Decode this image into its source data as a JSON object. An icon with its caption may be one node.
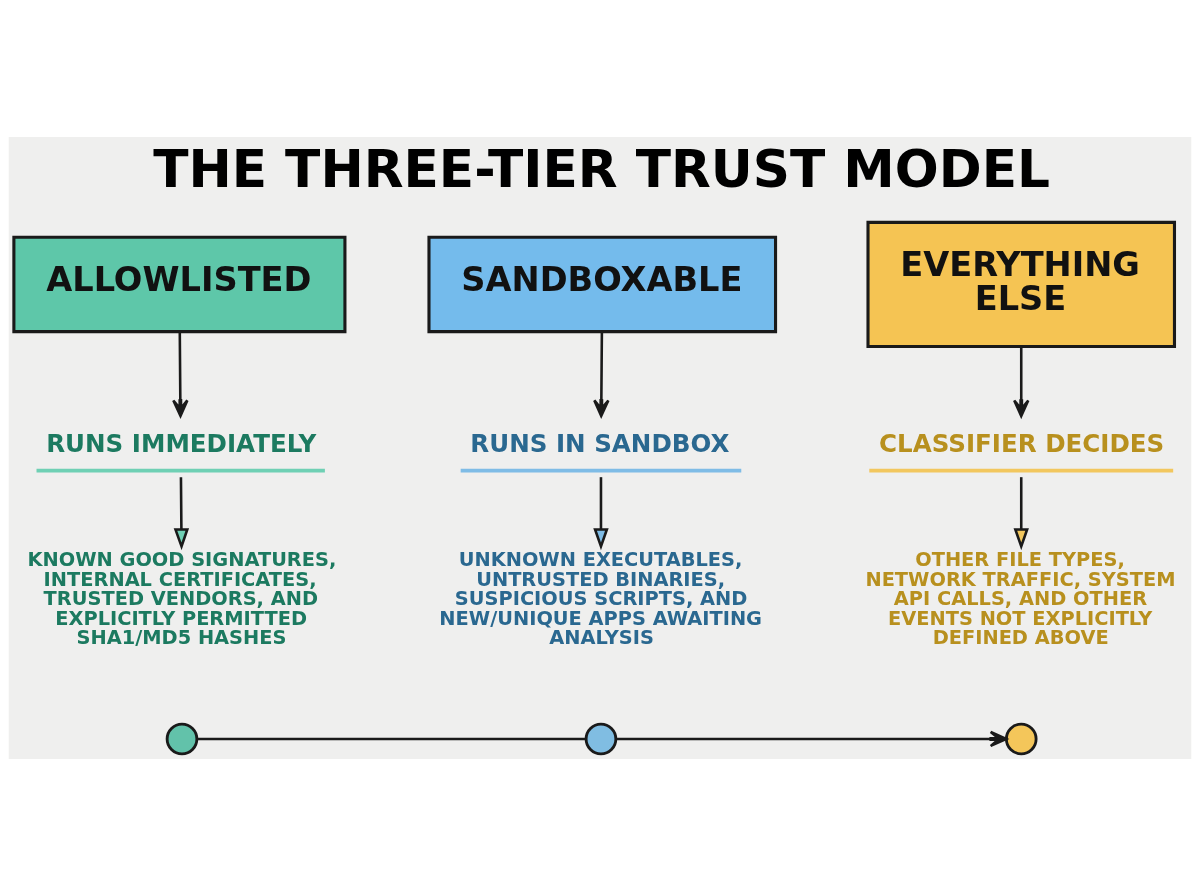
{
  "diagram": {
    "title": "THE THREE-TIER TRUST MODEL",
    "nodes": [
      {
        "text": [
          "ALLOWLISTED"
        ]
      },
      {
        "text": [
          "SANDBOXABLE"
        ]
      },
      {
        "text": [
          "EVERYTHING ELSE"
        ]
      },
      {
        "text": [
          "RUNS IMMEDIATELY"
        ]
      },
      {
        "text": [
          "RUNS IN SANDBOX"
        ]
      },
      {
        "text": [
          "CLASSIFIER DECIDES"
        ]
      },
      {
        "text": [
          "KNOWN GOOD SIGNATURES, INTERNAL CERTIFICATES, TRUSTED VENDORS, AND EXPLICITLY PERMITTED SHA1/MD5 HASHES"
        ]
      },
      {
        "text": [
          "UNKNOWN EXECUTABLES, UNTRUSTED BINARIES, SUSPICIOUS SCRIPTS, AND NEW/UNIQUE APPS AWAITING ANALYSIS"
        ]
      },
      {
        "text": [
          "OTHER FILE TYPES, NETWORK TRAFFIC, SYSTEM API CALLS, AND OTHER EVENTS NOT EXPLICITLY DEFINED ABOVE"
        ]
      },
      {
        "text": [],
        "shape": "circle"
      },
      {
        "text": [],
        "shape": "circle"
      },
      {
        "text": [],
        "shape": "circle"
      }
    ],
    "edges": [
      {
        "from": 0,
        "to": 3,
        "arrow": "to"
      },
      {
        "from": 1,
        "to": 4,
        "arrow": "to"
      },
      {
        "from": 2,
        "to": 5,
        "arrow": "to"
      },
      {
        "from": 3,
        "to": 6,
        "arrow": "to"
      },
      {
        "from": 4,
        "to": 7,
        "arrow": "to"
      },
      {
        "from": 5,
        "to": 8,
        "arrow": "to"
      },
      {
        "from": 9,
        "to": 10,
        "arrow": "none"
      },
      {
        "from": 10,
        "to": 11,
        "arrow": "to"
      }
    ]
  }
}
